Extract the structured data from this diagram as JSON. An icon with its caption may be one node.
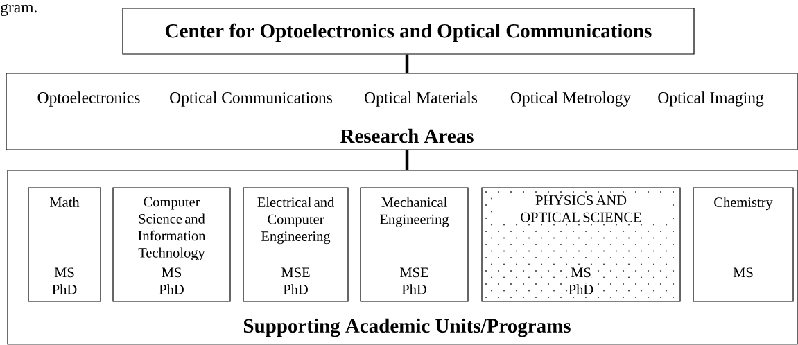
{
  "diagram": {
    "nodes": [
      {
        "text": [
          "Center for Optoelectronics and Optical Communications"
        ]
      },
      {
        "text": [
          "Optoelectronics",
          "Optical Communications",
          "Optical Materials",
          "Optical Metrology",
          "Optical Imaging",
          "Research Areas"
        ]
      },
      {
        "text": [
          "Supporting Academic Units/Programs"
        ]
      },
      {
        "text": [
          "Math",
          "MS",
          "PhD"
        ],
        "in": 2
      },
      {
        "text": [
          "Computer Science and Information Technology",
          "MS",
          "PhD"
        ],
        "in": 2
      },
      {
        "text": [
          "Electrical and Computer Engineering",
          "MSE",
          "PhD"
        ],
        "in": 2
      },
      {
        "text": [
          "Mechanical Engineering",
          "MSE",
          "PhD"
        ],
        "in": 2
      },
      {
        "text": [
          "PHYSICS AND OPTICAL SCIENCE",
          "MS",
          "PhD"
        ],
        "in": 2
      },
      {
        "text": [
          "Chemistry",
          "MS"
        ],
        "in": 2
      }
    ],
    "edges": [
      {
        "from": 0,
        "to": 1,
        "arrow": "none"
      },
      {
        "from": 1,
        "to": 2,
        "arrow": "none"
      }
    ],
    "labels": [
      "gram."
    ]
  }
}
